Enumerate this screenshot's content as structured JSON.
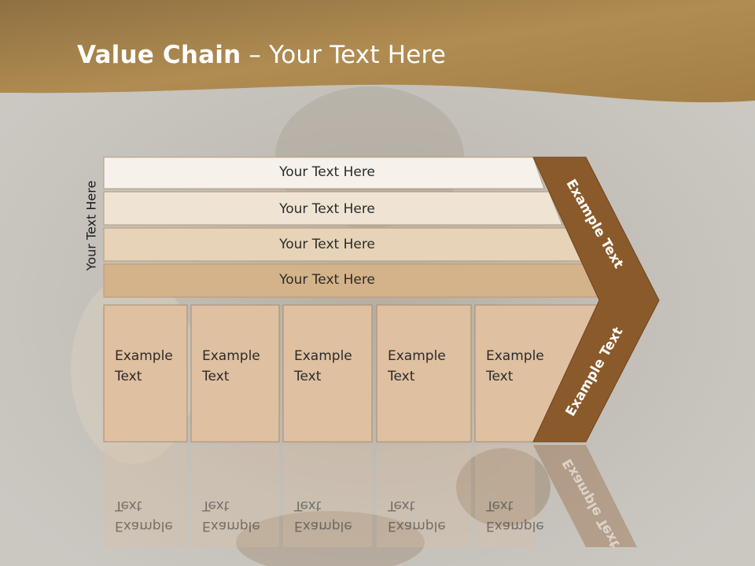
{
  "slide": {
    "title_strong": "Value Chain",
    "title_rest": " – Your Text Here",
    "side_label": "Your Text Here"
  },
  "rows": [
    {
      "label": "Your Text Here",
      "color": "#f6f1ea"
    },
    {
      "label": "Your Text Here",
      "color": "#efe4d3"
    },
    {
      "label": "Your Text Here",
      "color": "#e6d3b8"
    },
    {
      "label": "Your Text Here",
      "color": "#d4b38a"
    }
  ],
  "cells": [
    {
      "label": "Example\nText"
    },
    {
      "label": "Example\nText"
    },
    {
      "label": "Example\nText"
    },
    {
      "label": "Example\nText"
    },
    {
      "label": "Example\nText"
    }
  ],
  "chevron": {
    "upper_label": "Example Text",
    "lower_label": "Example Text",
    "color": "#8b5a2b"
  },
  "colors": {
    "header_band": "#a6844a",
    "cell_fill": "#dfc0a0",
    "background": "#c9c6c0"
  }
}
